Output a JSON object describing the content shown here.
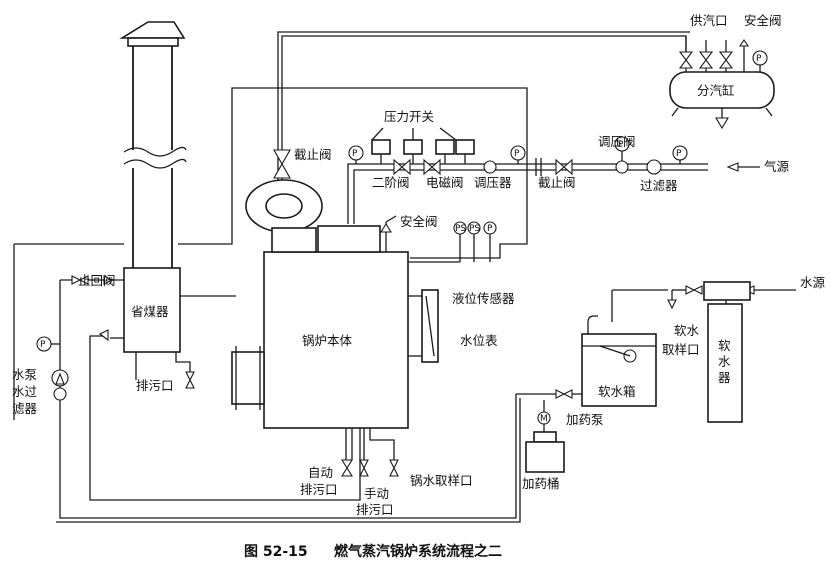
{
  "caption": {
    "figure_no": "图 52-15",
    "title": "燃气蒸汽锅炉系统流程之二"
  },
  "labels": {
    "steam_supply": "供汽口",
    "safety_valve_top": "安全阀",
    "steam_header": "分汽缸",
    "pressure_switch": "压力开关",
    "shutoff_valve_left": "截止阀",
    "two_stage_valve": "二阶阀",
    "solenoid_valve": "电磁阀",
    "regulator": "调压器",
    "shutoff_valve_right": "截止阀",
    "pressure_reg_valve": "调压阀",
    "filter": "过滤器",
    "gas_source": "气源",
    "safety_valve_boiler": "安全阀",
    "water_source": "水源",
    "check_valve": "止回阀",
    "economizer": "省煤器",
    "level_sensor": "液位传感器",
    "boiler_body": "锅炉本体",
    "water_gauge": "水位表",
    "soft_water_sample": [
      "软水",
      "取样口"
    ],
    "softener": "软水器",
    "pump_left": "水泵",
    "pump_filter": [
      "水过",
      "滤器"
    ],
    "blowdown_economizer": "排污口",
    "soft_water_tank": "软水箱",
    "dosing_pump": "加药泵",
    "auto_blowdown": [
      "自动",
      "排污口"
    ],
    "manual_blowdown": [
      "手动",
      "排污口"
    ],
    "boiler_water_sample": "锅水取样口",
    "dosing_tank": "加药桶",
    "gauge_p": "P",
    "gauge_ps": "PS"
  }
}
